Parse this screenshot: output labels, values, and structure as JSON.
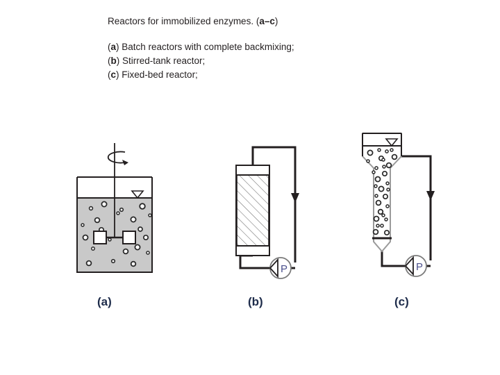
{
  "slide": {
    "background_color": "#ffffff",
    "title_prefix": "Reactors for immobilized enzymes. (",
    "title_bold": "a–c",
    "title_suffix": ")",
    "captions": [
      {
        "marker": "a",
        "text": ") Batch reactors with complete backmixing;"
      },
      {
        "marker": "b",
        "text": ") Stirred-tank reactor;"
      },
      {
        "marker": "c",
        "text": ") Fixed-bed reactor;"
      }
    ]
  },
  "panel_labels": {
    "a": "(a)",
    "b": "(b)",
    "c": "(c)",
    "color": "#1d2b4a"
  },
  "colors": {
    "ink": "#231f20",
    "liquid_fill": "#c9c9c9",
    "vessel_stroke": "#231f20",
    "wall_grey": "#9a9a9a",
    "hatch": "#6e6e6e",
    "pump_stroke": "#7a7a7a",
    "pump_letter": "#4a4f8c",
    "particle_ring": "#2a2a2a",
    "particle_core": "#ffffff"
  },
  "figures": {
    "a": {
      "name": "stirred-tank-batch-reactor",
      "parts": [
        "tank-vessel",
        "liquid-fill",
        "liquid-level-line",
        "liquid-level-triangle-marker",
        "stirrer-shaft",
        "stirrer-impeller-blade-left",
        "stirrer-impeller-blade-right",
        "rotation-arrow",
        "immobilized-enzyme-particles"
      ],
      "particle_count": 21
    },
    "b": {
      "name": "packed-bed-column-reactor",
      "parts": [
        "column-body",
        "packed-bed-hatching",
        "top-end-cap",
        "bottom-end-cap",
        "outlet-pipe-top",
        "recirculation-downpipe",
        "flow-arrow-down",
        "inlet-pipe-bottom",
        "pump"
      ],
      "pump_label": "P"
    },
    "c": {
      "name": "fluidized-bed-reactor",
      "parts": [
        "expanded-head-section",
        "liquid-level-line",
        "liquid-level-triangle-marker",
        "tapering-cone-wall",
        "narrow-column",
        "conical-bottom",
        "distributor-plate",
        "outlet-pipe",
        "recirculation-downpipe",
        "flow-arrow-down",
        "pump",
        "immobilized-enzyme-particles"
      ],
      "pump_label": "P",
      "particle_count": 30
    }
  }
}
